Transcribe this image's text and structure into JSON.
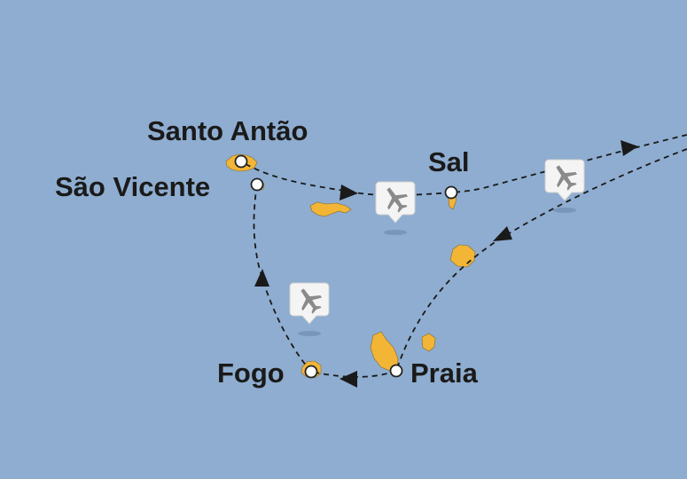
{
  "map": {
    "background_color": "#8eadd0",
    "island_color": "#f2b535",
    "route_color": "#1a1a1a",
    "route_style": "dashed",
    "ports": {
      "santo_antao": "Santo Antão",
      "sao_vicente": "São Vicente",
      "sal": "Sal",
      "fogo": "Fogo",
      "praia": "Praia"
    },
    "icons": [
      "airplane-icon",
      "airplane-icon",
      "airplane-icon"
    ]
  }
}
